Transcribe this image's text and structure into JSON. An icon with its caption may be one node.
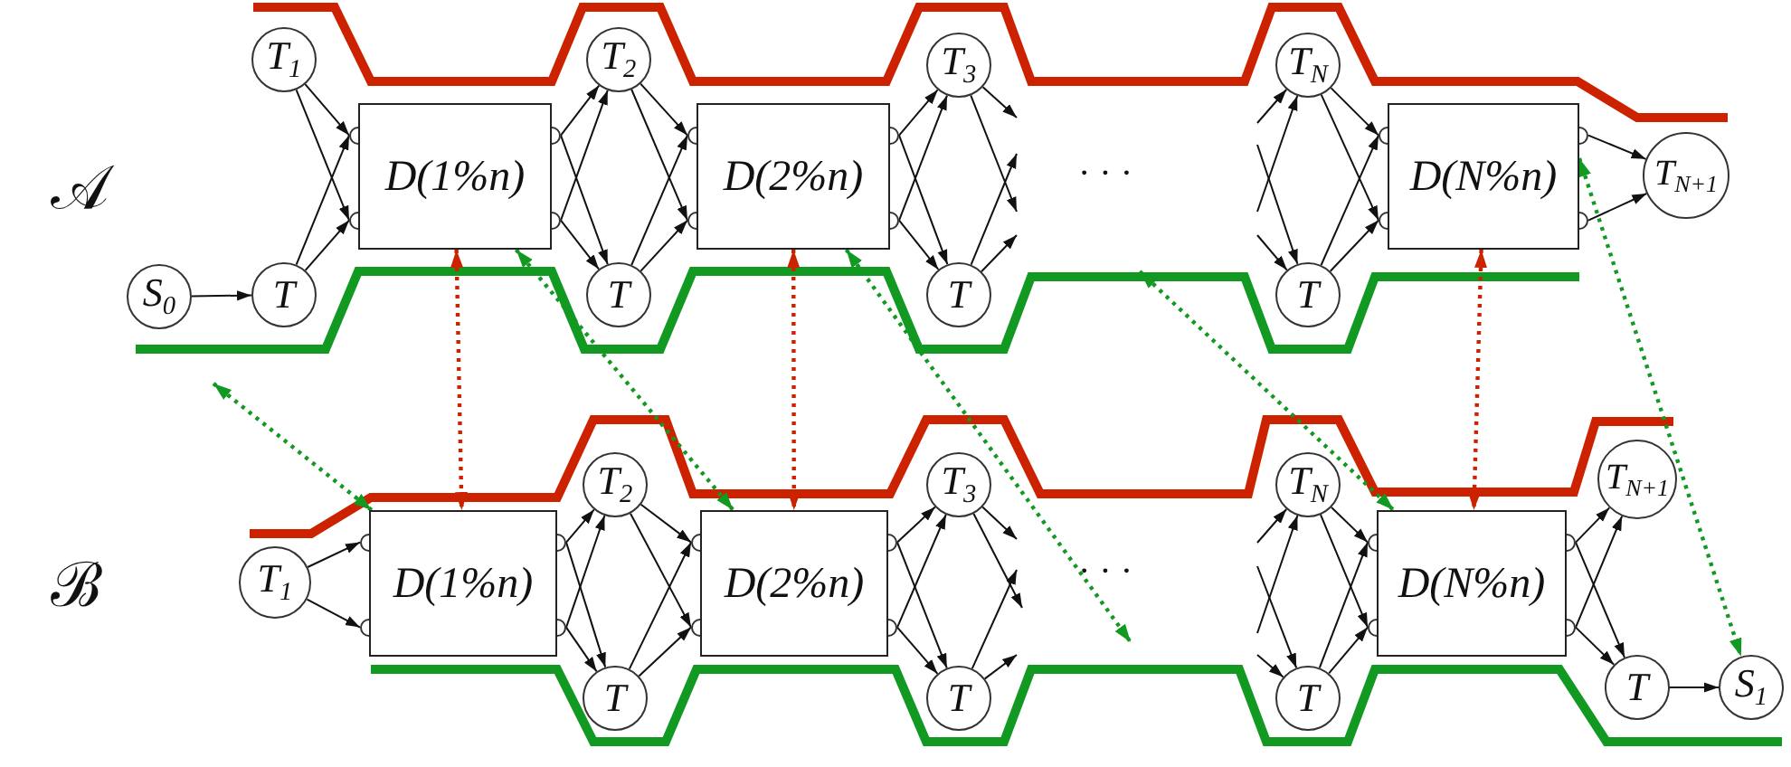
{
  "diagram": {
    "nodes": [
      {
        "text": [
          "S$_{0}$"
        ]
      },
      {
        "text": [
          "T$_{1}$"
        ]
      },
      {
        "text": [
          "T"
        ]
      },
      {
        "text": [
          "D(1%n)"
        ]
      },
      {
        "text": [
          "T$_{2}$"
        ]
      },
      {
        "text": [
          "T"
        ]
      },
      {
        "text": [
          "D(2%n)"
        ]
      },
      {
        "text": [
          "T$_{3}$"
        ]
      },
      {
        "text": [
          "T"
        ]
      },
      {
        "text": [
          "T$_{N}$"
        ]
      },
      {
        "text": [
          "T"
        ]
      },
      {
        "text": [
          "D(N%n)"
        ]
      },
      {
        "text": [
          "T$_{N+1}$"
        ]
      },
      {
        "text": [
          "T$_{1}$"
        ]
      },
      {
        "text": [
          "D(1%n)"
        ]
      },
      {
        "text": [
          "T$_{2}$"
        ]
      },
      {
        "text": [
          "T"
        ]
      },
      {
        "text": [
          "D(2%n)"
        ]
      },
      {
        "text": [
          "T$_{3}$"
        ]
      },
      {
        "text": [
          "T"
        ]
      },
      {
        "text": [
          "T$_{N}$"
        ]
      },
      {
        "text": [
          "T"
        ]
      },
      {
        "text": [
          "D(N%n)"
        ]
      },
      {
        "text": [
          "T$_{N+1}$"
        ]
      },
      {
        "text": [
          "T"
        ]
      },
      {
        "text": [
          "S$_{1}$"
        ]
      }
    ],
    "edges": [
      {
        "from": 0,
        "to": 2,
        "arrow": "to"
      },
      {
        "from": 1,
        "to": 3,
        "arrow": "to"
      },
      {
        "from": 1,
        "to": 3,
        "arrow": "to"
      },
      {
        "from": 2,
        "to": 3,
        "arrow": "to"
      },
      {
        "from": 2,
        "to": 3,
        "arrow": "to"
      },
      {
        "from": 3,
        "to": 4,
        "arrow": "to"
      },
      {
        "from": 3,
        "to": 4,
        "arrow": "to"
      },
      {
        "from": 3,
        "to": 5,
        "arrow": "to"
      },
      {
        "from": 3,
        "to": 5,
        "arrow": "to"
      },
      {
        "from": 4,
        "to": 6,
        "arrow": "to"
      },
      {
        "from": 4,
        "to": 6,
        "arrow": "to"
      },
      {
        "from": 5,
        "to": 6,
        "arrow": "to"
      },
      {
        "from": 5,
        "to": 6,
        "arrow": "to"
      },
      {
        "from": 6,
        "to": 7,
        "arrow": "to"
      },
      {
        "from": 6,
        "to": 7,
        "arrow": "to"
      },
      {
        "from": 6,
        "to": 8,
        "arrow": "to"
      },
      {
        "from": 6,
        "to": 8,
        "arrow": "to"
      },
      {
        "from": 7,
        "to": null,
        "arrow": "to"
      },
      {
        "from": 7,
        "to": null,
        "arrow": "to"
      },
      {
        "from": 8,
        "to": null,
        "arrow": "to"
      },
      {
        "from": 8,
        "to": null,
        "arrow": "to"
      },
      {
        "from": null,
        "to": 9,
        "arrow": "to"
      },
      {
        "from": null,
        "to": 9,
        "arrow": "to"
      },
      {
        "from": null,
        "to": 10,
        "arrow": "to"
      },
      {
        "from": null,
        "to": 10,
        "arrow": "to"
      },
      {
        "from": 9,
        "to": 11,
        "arrow": "to"
      },
      {
        "from": 9,
        "to": 11,
        "arrow": "to"
      },
      {
        "from": 10,
        "to": 11,
        "arrow": "to"
      },
      {
        "from": 10,
        "to": 11,
        "arrow": "to"
      },
      {
        "from": 11,
        "to": 12,
        "arrow": "to"
      },
      {
        "from": 11,
        "to": 12,
        "arrow": "to"
      },
      {
        "from": 13,
        "to": 14,
        "arrow": "to"
      },
      {
        "from": 13,
        "to": 14,
        "arrow": "to"
      },
      {
        "from": 14,
        "to": 15,
        "arrow": "to"
      },
      {
        "from": 14,
        "to": 15,
        "arrow": "to"
      },
      {
        "from": 14,
        "to": 16,
        "arrow": "to"
      },
      {
        "from": 14,
        "to": 16,
        "arrow": "to"
      },
      {
        "from": 15,
        "to": 17,
        "arrow": "to"
      },
      {
        "from": 15,
        "to": 17,
        "arrow": "to"
      },
      {
        "from": 16,
        "to": 17,
        "arrow": "to"
      },
      {
        "from": 16,
        "to": 17,
        "arrow": "to"
      },
      {
        "from": 17,
        "to": 18,
        "arrow": "to"
      },
      {
        "from": 17,
        "to": 18,
        "arrow": "to"
      },
      {
        "from": 17,
        "to": 19,
        "arrow": "to"
      },
      {
        "from": 17,
        "to": 19,
        "arrow": "to"
      },
      {
        "from": 18,
        "to": null,
        "arrow": "to"
      },
      {
        "from": 18,
        "to": null,
        "arrow": "to"
      },
      {
        "from": 19,
        "to": null,
        "arrow": "to"
      },
      {
        "from": 19,
        "to": null,
        "arrow": "to"
      },
      {
        "from": null,
        "to": 20,
        "arrow": "to"
      },
      {
        "from": null,
        "to": 20,
        "arrow": "to"
      },
      {
        "from": null,
        "to": 21,
        "arrow": "to"
      },
      {
        "from": null,
        "to": 21,
        "arrow": "to"
      },
      {
        "from": 20,
        "to": 22,
        "arrow": "to"
      },
      {
        "from": 20,
        "to": 22,
        "arrow": "to"
      },
      {
        "from": 21,
        "to": 22,
        "arrow": "to"
      },
      {
        "from": 21,
        "to": 22,
        "arrow": "to"
      },
      {
        "from": 22,
        "to": 23,
        "arrow": "to"
      },
      {
        "from": 22,
        "to": 23,
        "arrow": "to"
      },
      {
        "from": 22,
        "to": 24,
        "arrow": "to"
      },
      {
        "from": 22,
        "to": 24,
        "arrow": "to"
      },
      {
        "from": 24,
        "to": 25,
        "arrow": "to"
      },
      {
        "from": 3,
        "to": 14,
        "arrow": "both",
        "style": "dashed",
        "color": "#cc2200"
      },
      {
        "from": 6,
        "to": 17,
        "arrow": "both",
        "style": "dashed",
        "color": "#cc2200"
      },
      {
        "from": 11,
        "to": 22,
        "arrow": "both",
        "style": "dashed",
        "color": "#cc2200"
      },
      {
        "from": null,
        "to": 14,
        "arrow": "both",
        "style": "dashed",
        "color": "#119922"
      },
      {
        "from": 3,
        "to": 17,
        "arrow": "both",
        "style": "dashed",
        "color": "#119922"
      },
      {
        "from": 6,
        "to": null,
        "arrow": "both",
        "style": "dashed",
        "color": "#119922"
      },
      {
        "from": null,
        "to": 22,
        "arrow": "both",
        "style": "dashed",
        "color": "#119922"
      },
      {
        "from": 11,
        "to": 25,
        "arrow": "both",
        "style": "dashed",
        "color": "#119922"
      }
    ],
    "labels": [
      "𝒜",
      "· · ·",
      "ℬ",
      "· · ·"
    ]
  }
}
